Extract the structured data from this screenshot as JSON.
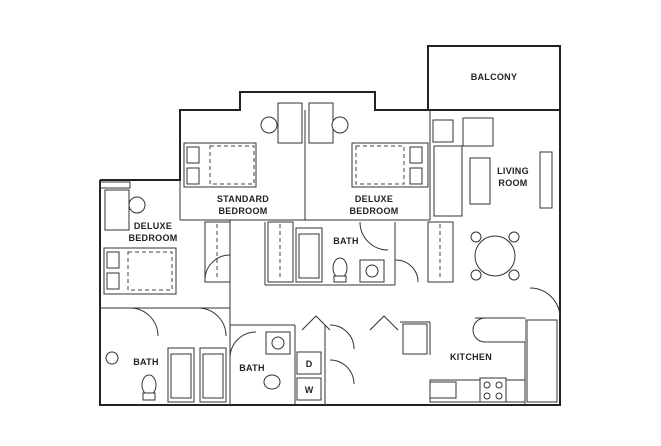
{
  "rooms": {
    "balcony": "BALCONY",
    "living": [
      "LIVING",
      "ROOM"
    ],
    "standard_bedroom": [
      "STANDARD",
      "BEDROOM"
    ],
    "deluxe_bedroom_center": [
      "DELUXE",
      "BEDROOM"
    ],
    "deluxe_bedroom_left": [
      "DELUXE",
      "BEDROOM"
    ],
    "bath_center": "BATH",
    "bath_left": "BATH",
    "bath_mid": "BATH",
    "kitchen": "KITCHEN"
  },
  "appliances": {
    "dryer": "D",
    "washer": "W"
  }
}
